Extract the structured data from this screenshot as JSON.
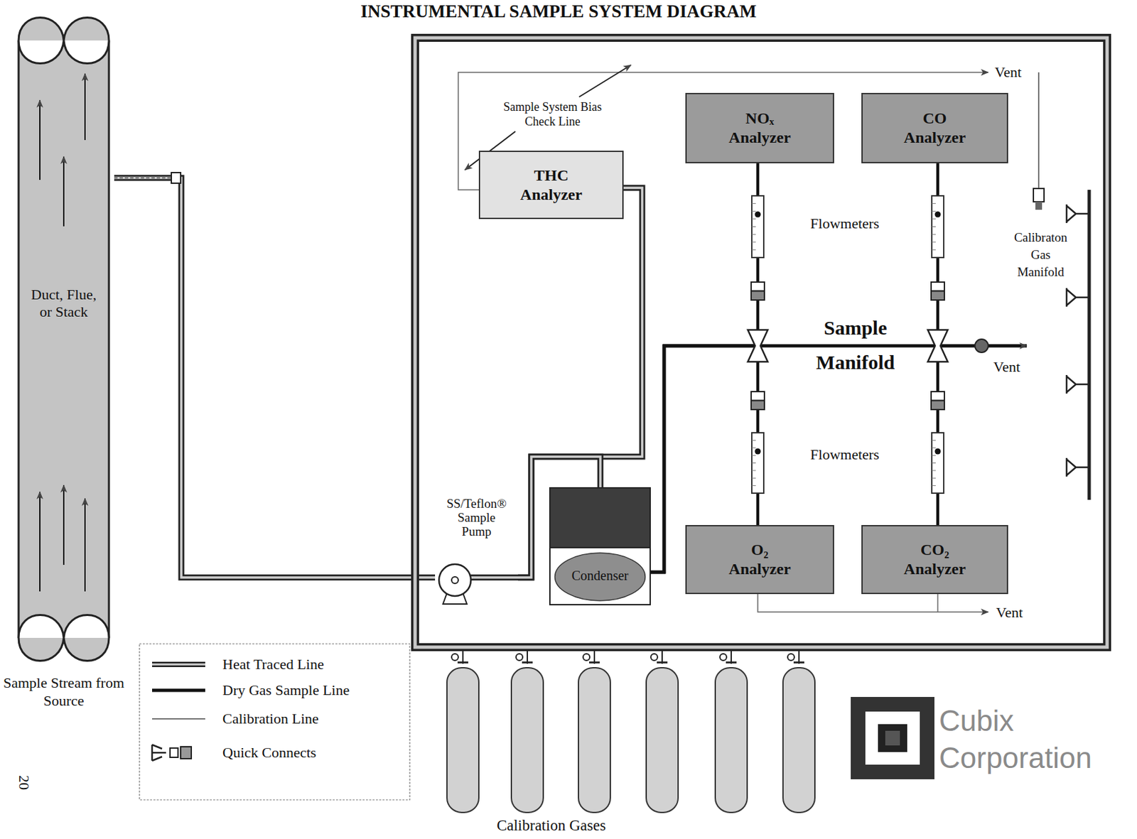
{
  "diagram": {
    "title": "INSTRUMENTAL SAMPLE SYSTEM DIAGRAM",
    "nodes": [
      {
        "text": [
          "Duct, Flue, or Stack"
        ]
      },
      {
        "text": [
          "SS/Teflon® Sample Pump"
        ]
      },
      {
        "text": [
          "THC Analyzer"
        ]
      },
      {
        "text": [
          "NOₓ Analyzer"
        ]
      },
      {
        "text": [
          "CO Analyzer"
        ]
      },
      {
        "text": [
          "Condenser"
        ]
      },
      {
        "text": [
          "O₂ Analyzer"
        ]
      },
      {
        "text": [
          "CO₂ Analyzer"
        ]
      }
    ],
    "edges": [
      {
        "from": 0,
        "to": 1,
        "arrow": "none"
      },
      {
        "from": 1,
        "to": 2,
        "arrow": "none"
      },
      {
        "from": 1,
        "to": 5,
        "arrow": "none"
      },
      {
        "from": 5,
        "to": 3,
        "arrow": "none"
      },
      {
        "from": 5,
        "to": 4,
        "arrow": "none"
      },
      {
        "from": 5,
        "to": 6,
        "arrow": "none"
      },
      {
        "from": 5,
        "to": 7,
        "arrow": "none"
      }
    ],
    "labels": [
      "Sample System Bias Check Line",
      "Vent",
      "Flowmeters",
      "Calibraton Gas Manifold",
      "Sample Manifold",
      "Vent",
      "Flowmeters",
      "Vent",
      "Sample Stream from Source",
      "Calibration Gases",
      "Cubix Corporation",
      "20"
    ],
    "legend": [
      {
        "text": "Heat Traced Line"
      },
      {
        "text": "Dry Gas Sample Line"
      },
      {
        "text": "Calibration Line"
      },
      {
        "text": "Quick Connects"
      }
    ]
  }
}
